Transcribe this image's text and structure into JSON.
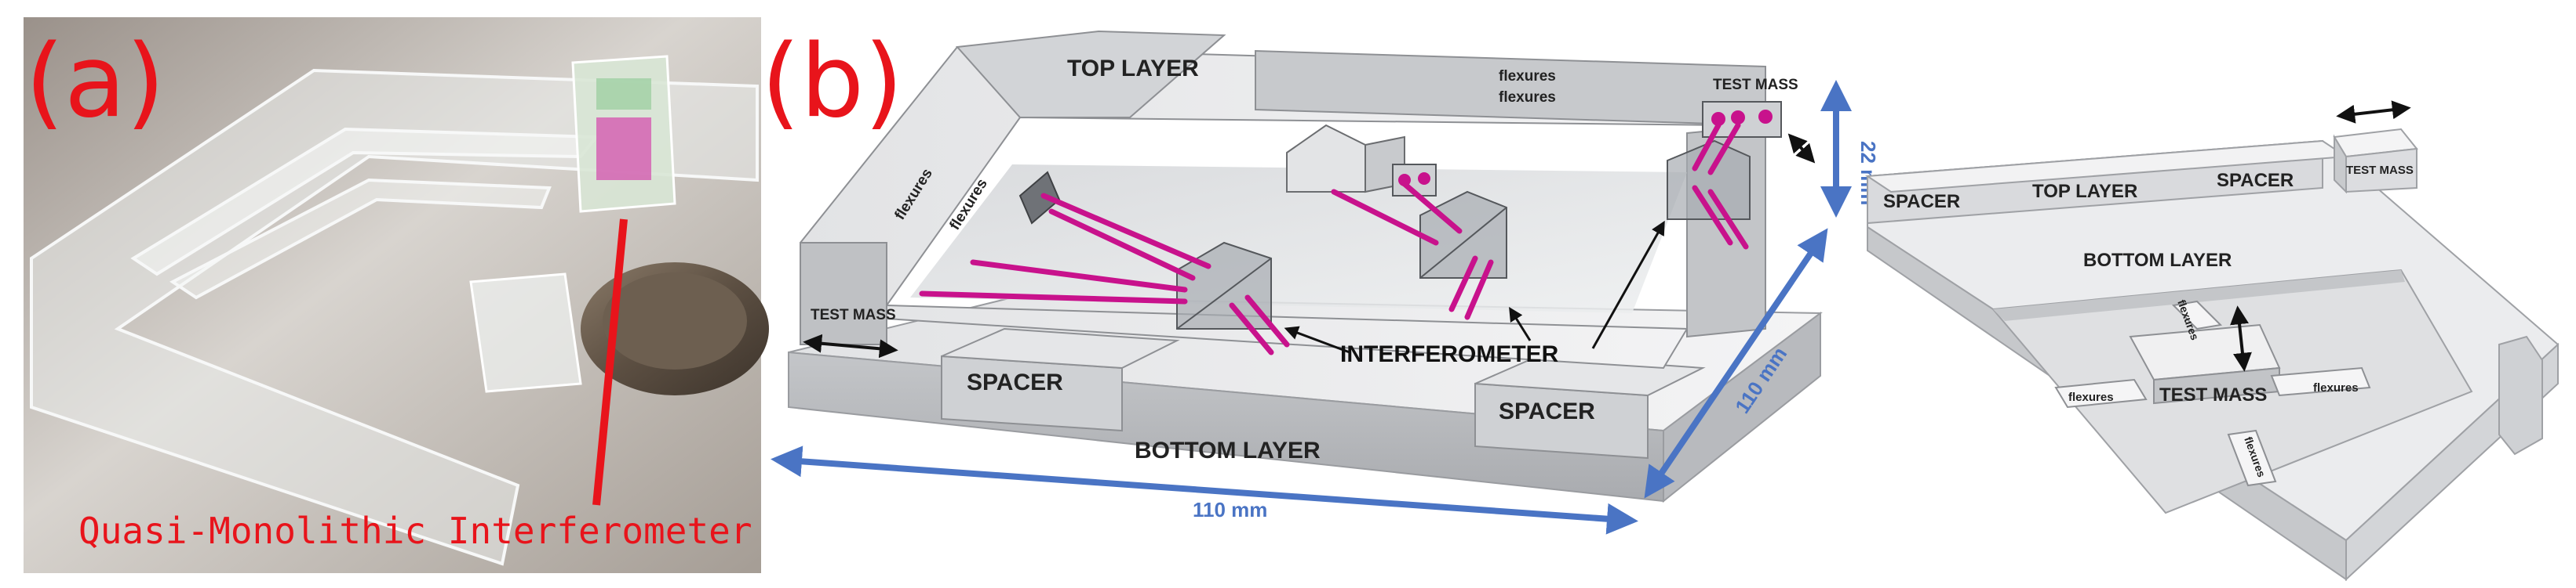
{
  "panels": {
    "a": {
      "letter": "(a)",
      "caption": "Quasi-Monolithic Interferometer"
    },
    "b": {
      "letter": "(b)",
      "labels": {
        "top_layer": "TOP LAYER",
        "flexures": "flexures",
        "test_mass": "TEST MASS",
        "interferometer": "INTERFEROMETER",
        "spacer": "SPACER",
        "bottom_layer": "BOTTOM LAYER",
        "dim_height": "22 mm",
        "dim_depth": "110 mm",
        "dim_width": "110 mm"
      }
    },
    "c": {
      "labels": {
        "spacer": "SPACER",
        "top_layer": "TOP LAYER",
        "test_mass_top": "TEST MASS",
        "bottom_layer": "BOTTOM LAYER",
        "flexures": "flexures",
        "test_mass": "TEST MASS"
      }
    }
  },
  "colors": {
    "letter_red": "#e8141b",
    "beam_magenta": "#c8128c",
    "dimension_blue": "#4a74c4",
    "glass_gray": "#c9cbce"
  }
}
